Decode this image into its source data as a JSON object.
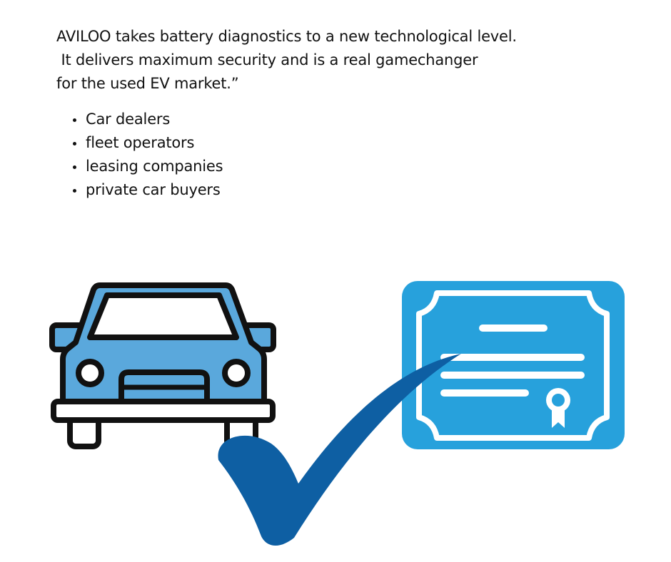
{
  "quote": {
    "lines": [
      "AVILOO takes battery diagnostics to a new technological level.",
      " It delivers maximum security and is a real gamechanger",
      "for the used EV market.”"
    ]
  },
  "audience": {
    "items": [
      "Car dealers",
      "fleet operators",
      "leasing companies",
      "private car buyers"
    ]
  },
  "illustration": {
    "icons": [
      "car-icon",
      "certificate-icon",
      "checkmark-icon",
      "award-ribbon-icon"
    ],
    "colors": {
      "car_body": "#5aa8dc",
      "outline": "#111111",
      "certificate": "#27a1dc",
      "checkmark": "#0e5fa3",
      "white": "#ffffff"
    }
  }
}
